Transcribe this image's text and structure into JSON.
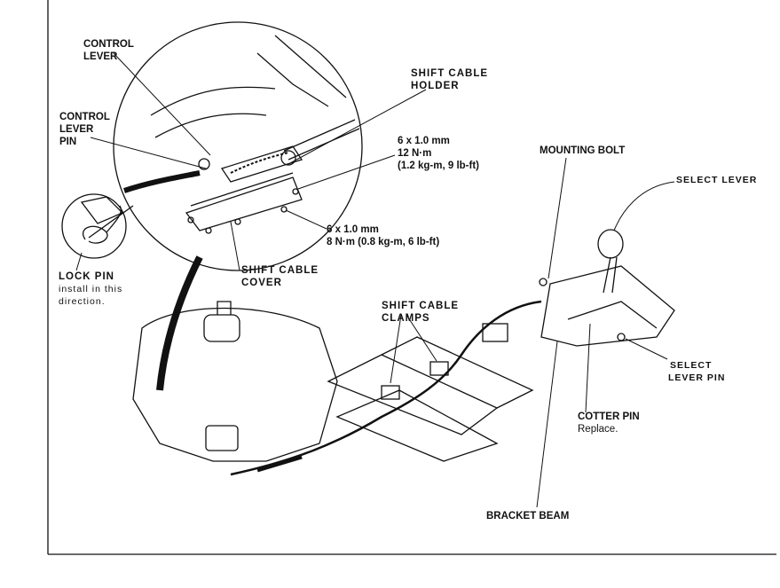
{
  "labels": {
    "control_lever": [
      "CONTROL",
      "LEVER"
    ],
    "shift_cable_holder": [
      "SHIFT CABLE",
      "HOLDER"
    ],
    "control_lever_pin": [
      "CONTROL",
      "LEVER",
      "PIN"
    ],
    "torque_holder_bolt": [
      "6 x 1.0 mm",
      "12 N·m",
      "(1.2 kg-m, 9 lb-ft)"
    ],
    "torque_cover_bolt": [
      "6 x 1.0 mm",
      "8 N·m (0.8 kg-m, 6 lb-ft)"
    ],
    "shift_cable_cover": [
      "SHIFT CABLE",
      "COVER"
    ],
    "lock_pin": {
      "title": "LOCK PIN",
      "note": [
        "install in this",
        "direction."
      ]
    },
    "mounting_bolt": "MOUNTING BOLT",
    "select_lever": "SELECT LEVER",
    "shift_cable_clamps": [
      "SHIFT CABLE",
      "CLAMPS"
    ],
    "select_lever_pin": [
      "SELECT",
      "LEVER PIN"
    ],
    "cotter_pin": {
      "title": "COTTER PIN",
      "note": "Replace."
    },
    "bracket_beam": "BRACKET BEAM"
  }
}
